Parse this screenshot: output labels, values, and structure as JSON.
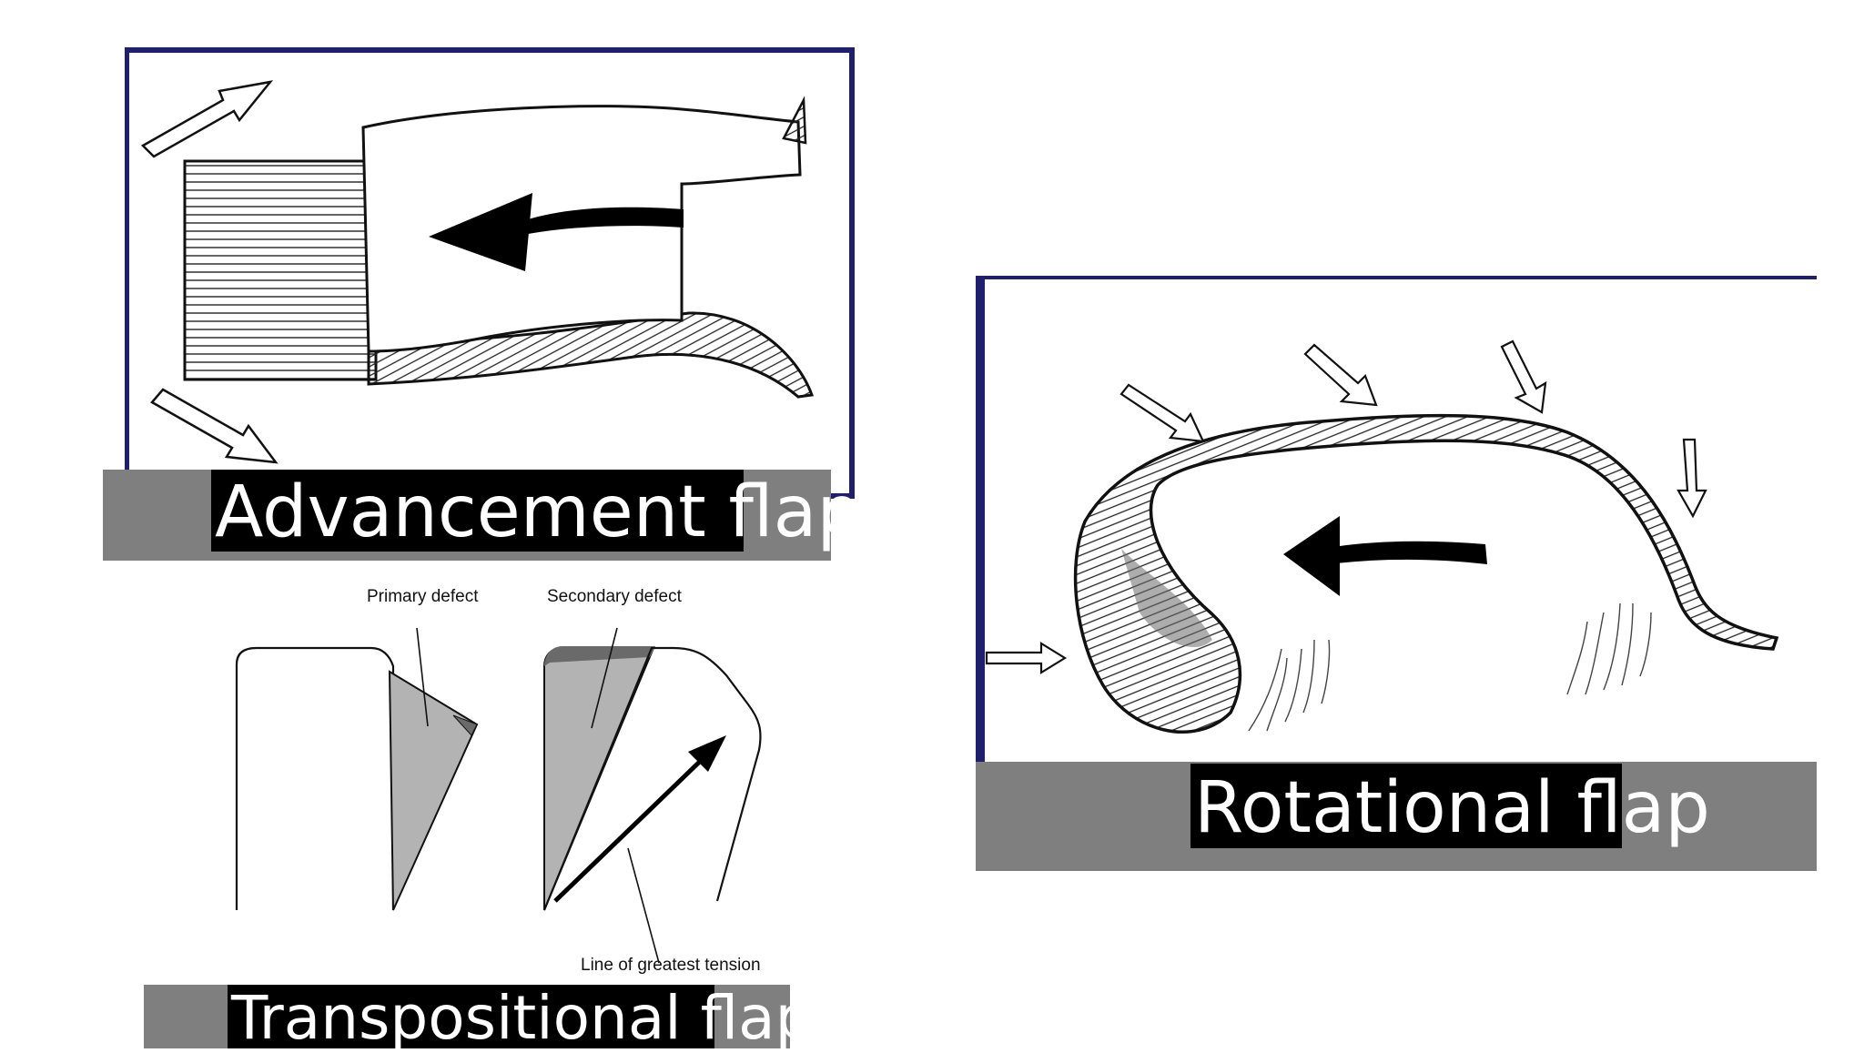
{
  "panels": {
    "advancement": {
      "caption": "Advancement flap"
    },
    "rotational": {
      "caption": "Rotational flap"
    },
    "transpositional": {
      "caption": "Transpositional flap",
      "labels": {
        "primary_defect": "Primary defect",
        "secondary_defect": "Secondary defect",
        "line_of_tension": "Line of greatest tension"
      }
    }
  },
  "colors": {
    "frame": "#1f1f6e",
    "caption_bar": "#7f7f7f",
    "caption_bg": "#000000",
    "caption_text": "#ffffff",
    "defect_fill": "#b3b3b3"
  },
  "icons": [
    "hollow-arrow-icon",
    "solid-arrow-icon"
  ]
}
